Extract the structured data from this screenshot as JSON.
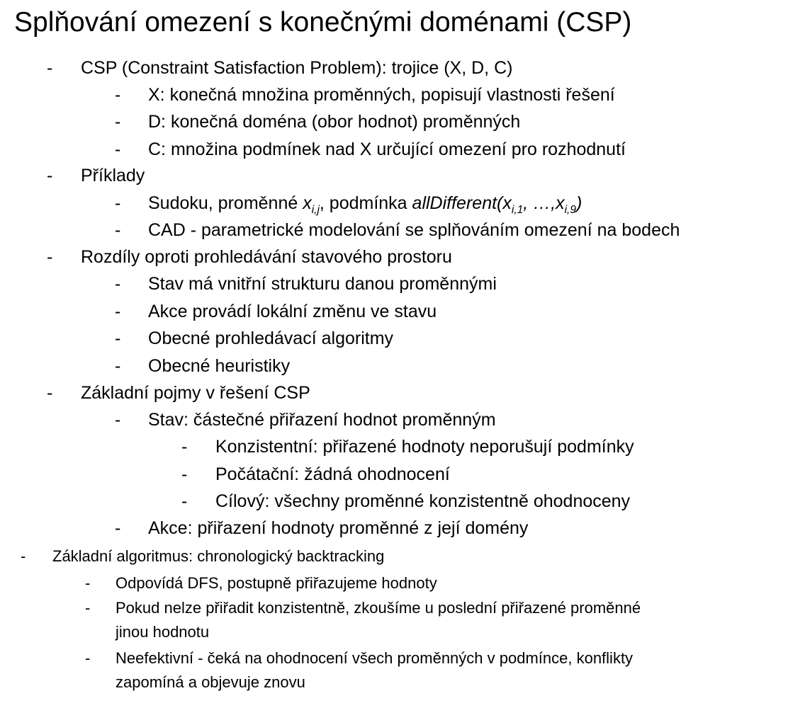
{
  "title": "Splňování omezení s konečnými doménami (CSP)",
  "bullet": "-",
  "items": {
    "csp": "CSP (Constraint Satisfaction Problem): trojice (X, D, C)",
    "csp_x": "X: konečná množina proměnných, popisují vlastnosti řešení",
    "csp_d": "D: konečná doména (obor hodnot) proměnných",
    "csp_c": "C: množina podmínek nad X určující omezení pro rozhodnutí",
    "examples": "Příklady",
    "sudoku_a": "Sudoku, proměnné ",
    "sudoku_x": "x",
    "sudoku_sub_ij": "i,j",
    "sudoku_b": ", podmínka ",
    "sudoku_fn": "allDifferent(x",
    "sudoku_sub_i1": "i,1",
    "sudoku_mid": ", …,x",
    "sudoku_sub_i9": "i,9",
    "sudoku_end": ")",
    "cad": "CAD - parametrické modelování se splňováním omezení na bodech",
    "diff": "Rozdíly oproti prohledávání stavového prostoru",
    "diff_1": "Stav má vnitřní strukturu danou proměnnými",
    "diff_2": "Akce provádí lokální změnu ve stavu",
    "diff_3": "Obecné prohledávací algoritmy",
    "diff_4": "Obecné heuristiky",
    "basics": "Základní pojmy v řešení CSP",
    "state": "Stav: částečné přiřazení hodnot proměnným",
    "consistent": "Konzistentní: přiřazené hodnoty neporušují podmínky",
    "initial": "Počátační: žádná ohodnocení",
    "goal": "Cílový: všechny proměnné konzistentně ohodnoceny",
    "action": "Akce: přiřazení hodnoty proměnné z její domény",
    "algo": "Základní algoritmus: chronologický backtracking",
    "algo_1": "Odpovídá DFS, postupně přiřazujeme hodnoty",
    "algo_2a": "Pokud nelze přiřadit konzistentně, zkoušíme u poslední přiřazené proměnné",
    "algo_2b": "jinou hodnotu",
    "algo_3a": "Neefektivní - čeká na ohodnocení všech proměnných v podmínce, konflikty",
    "algo_3b": "zapomíná a objevuje znovu"
  }
}
